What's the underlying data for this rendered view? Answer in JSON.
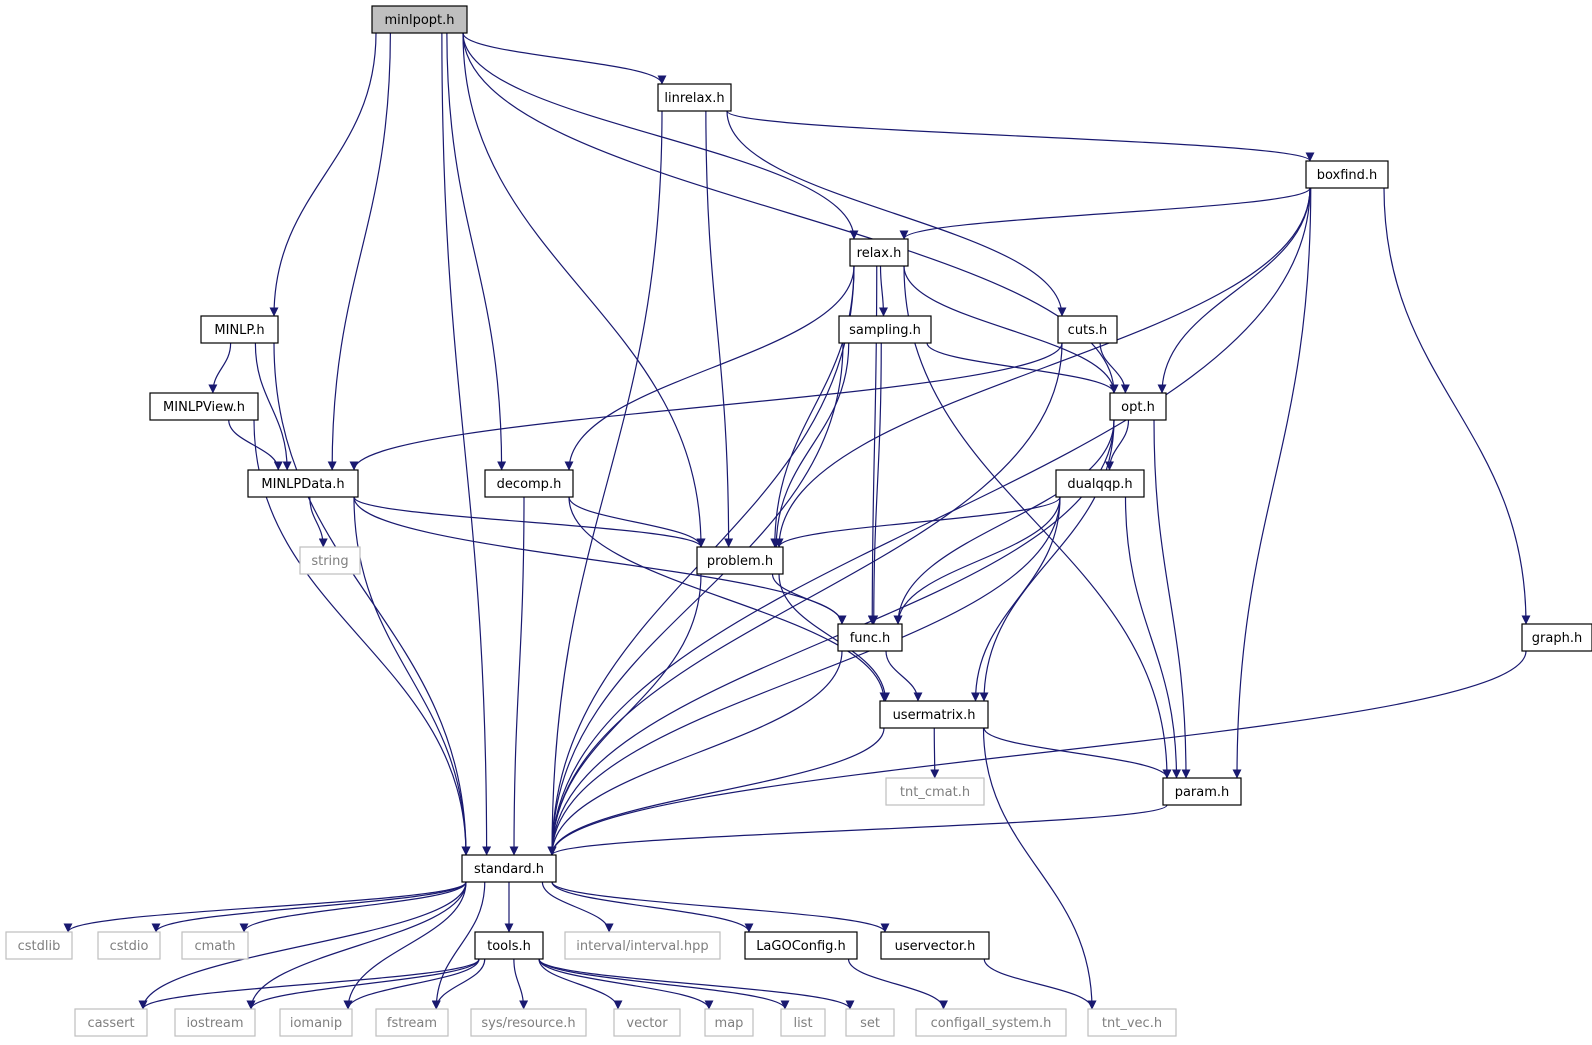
{
  "diagram": {
    "colors": {
      "edge": "#191970",
      "node_border": "#000000",
      "external_border": "#bfbfbf",
      "external_text": "#7f7f7f",
      "root_fill": "#bfbfbf",
      "text": "#000000"
    },
    "nodes": [
      {
        "id": "minlpopt",
        "label": "minlpopt.h",
        "kind": "root"
      },
      {
        "id": "linrelax",
        "label": "linrelax.h",
        "kind": "file"
      },
      {
        "id": "boxfind",
        "label": "boxfind.h",
        "kind": "file"
      },
      {
        "id": "relax",
        "label": "relax.h",
        "kind": "file"
      },
      {
        "id": "minlp",
        "label": "MINLP.h",
        "kind": "file"
      },
      {
        "id": "sampling",
        "label": "sampling.h",
        "kind": "file"
      },
      {
        "id": "cuts",
        "label": "cuts.h",
        "kind": "file"
      },
      {
        "id": "minlpview",
        "label": "MINLPView.h",
        "kind": "file"
      },
      {
        "id": "opt",
        "label": "opt.h",
        "kind": "file"
      },
      {
        "id": "minlpdata",
        "label": "MINLPData.h",
        "kind": "file"
      },
      {
        "id": "decomp",
        "label": "decomp.h",
        "kind": "file"
      },
      {
        "id": "dualqqp",
        "label": "dualqqp.h",
        "kind": "file"
      },
      {
        "id": "string",
        "label": "string",
        "kind": "external"
      },
      {
        "id": "problem",
        "label": "problem.h",
        "kind": "file"
      },
      {
        "id": "func",
        "label": "func.h",
        "kind": "file"
      },
      {
        "id": "graph",
        "label": "graph.h",
        "kind": "file"
      },
      {
        "id": "usermatrix",
        "label": "usermatrix.h",
        "kind": "file"
      },
      {
        "id": "tnt_cmat",
        "label": "tnt_cmat.h",
        "kind": "external"
      },
      {
        "id": "param",
        "label": "param.h",
        "kind": "file"
      },
      {
        "id": "standard",
        "label": "standard.h",
        "kind": "file"
      },
      {
        "id": "cstdlib",
        "label": "cstdlib",
        "kind": "external"
      },
      {
        "id": "cstdio",
        "label": "cstdio",
        "kind": "external"
      },
      {
        "id": "cmath",
        "label": "cmath",
        "kind": "external"
      },
      {
        "id": "tools",
        "label": "tools.h",
        "kind": "file"
      },
      {
        "id": "interval",
        "label": "interval/interval.hpp",
        "kind": "external"
      },
      {
        "id": "lagoconfig",
        "label": "LaGOConfig.h",
        "kind": "file"
      },
      {
        "id": "uservector",
        "label": "uservector.h",
        "kind": "file"
      },
      {
        "id": "cassert",
        "label": "cassert",
        "kind": "external"
      },
      {
        "id": "iostream",
        "label": "iostream",
        "kind": "external"
      },
      {
        "id": "iomanip",
        "label": "iomanip",
        "kind": "external"
      },
      {
        "id": "fstream",
        "label": "fstream",
        "kind": "external"
      },
      {
        "id": "sysresource",
        "label": "sys/resource.h",
        "kind": "external"
      },
      {
        "id": "vector",
        "label": "vector",
        "kind": "external"
      },
      {
        "id": "map",
        "label": "map",
        "kind": "external"
      },
      {
        "id": "list",
        "label": "list",
        "kind": "external"
      },
      {
        "id": "set",
        "label": "set",
        "kind": "external"
      },
      {
        "id": "configall",
        "label": "configall_system.h",
        "kind": "external"
      },
      {
        "id": "tnt_vec",
        "label": "tnt_vec.h",
        "kind": "external"
      }
    ],
    "edges": [
      [
        "minlpopt",
        "linrelax"
      ],
      [
        "minlpopt",
        "relax"
      ],
      [
        "minlpopt",
        "opt"
      ],
      [
        "minlpopt",
        "minlp"
      ],
      [
        "minlpopt",
        "minlpdata"
      ],
      [
        "minlpopt",
        "decomp"
      ],
      [
        "minlpopt",
        "problem"
      ],
      [
        "minlpopt",
        "standard"
      ],
      [
        "linrelax",
        "boxfind"
      ],
      [
        "linrelax",
        "cuts"
      ],
      [
        "linrelax",
        "problem"
      ],
      [
        "linrelax",
        "standard"
      ],
      [
        "boxfind",
        "relax"
      ],
      [
        "boxfind",
        "opt"
      ],
      [
        "boxfind",
        "problem"
      ],
      [
        "boxfind",
        "param"
      ],
      [
        "boxfind",
        "standard"
      ],
      [
        "boxfind",
        "graph"
      ],
      [
        "relax",
        "sampling"
      ],
      [
        "relax",
        "opt"
      ],
      [
        "relax",
        "decomp"
      ],
      [
        "relax",
        "problem"
      ],
      [
        "relax",
        "func"
      ],
      [
        "relax",
        "param"
      ],
      [
        "relax",
        "standard"
      ],
      [
        "sampling",
        "opt"
      ],
      [
        "sampling",
        "problem"
      ],
      [
        "sampling",
        "func"
      ],
      [
        "sampling",
        "standard"
      ],
      [
        "cuts",
        "opt"
      ],
      [
        "cuts",
        "minlpdata"
      ],
      [
        "cuts",
        "standard"
      ],
      [
        "minlp",
        "minlpview"
      ],
      [
        "minlp",
        "minlpdata"
      ],
      [
        "minlp",
        "standard"
      ],
      [
        "minlpview",
        "minlpdata"
      ],
      [
        "minlpview",
        "standard"
      ],
      [
        "opt",
        "dualqqp"
      ],
      [
        "opt",
        "func"
      ],
      [
        "opt",
        "usermatrix"
      ],
      [
        "opt",
        "param"
      ],
      [
        "opt",
        "standard"
      ],
      [
        "minlpdata",
        "string"
      ],
      [
        "minlpdata",
        "problem"
      ],
      [
        "minlpdata",
        "func"
      ],
      [
        "minlpdata",
        "standard"
      ],
      [
        "decomp",
        "problem"
      ],
      [
        "decomp",
        "usermatrix"
      ],
      [
        "decomp",
        "standard"
      ],
      [
        "dualqqp",
        "problem"
      ],
      [
        "dualqqp",
        "func"
      ],
      [
        "dualqqp",
        "usermatrix"
      ],
      [
        "dualqqp",
        "param"
      ],
      [
        "dualqqp",
        "standard"
      ],
      [
        "problem",
        "func"
      ],
      [
        "problem",
        "usermatrix"
      ],
      [
        "problem",
        "standard"
      ],
      [
        "func",
        "usermatrix"
      ],
      [
        "func",
        "standard"
      ],
      [
        "graph",
        "standard"
      ],
      [
        "usermatrix",
        "tnt_cmat"
      ],
      [
        "usermatrix",
        "param"
      ],
      [
        "usermatrix",
        "tnt_vec"
      ],
      [
        "usermatrix",
        "standard"
      ],
      [
        "param",
        "standard"
      ],
      [
        "standard",
        "cstdlib"
      ],
      [
        "standard",
        "cstdio"
      ],
      [
        "standard",
        "cmath"
      ],
      [
        "standard",
        "cassert"
      ],
      [
        "standard",
        "iostream"
      ],
      [
        "standard",
        "iomanip"
      ],
      [
        "standard",
        "fstream"
      ],
      [
        "standard",
        "tools"
      ],
      [
        "standard",
        "interval"
      ],
      [
        "standard",
        "lagoconfig"
      ],
      [
        "standard",
        "uservector"
      ],
      [
        "tools",
        "cassert"
      ],
      [
        "tools",
        "iostream"
      ],
      [
        "tools",
        "iomanip"
      ],
      [
        "tools",
        "fstream"
      ],
      [
        "tools",
        "sysresource"
      ],
      [
        "tools",
        "vector"
      ],
      [
        "tools",
        "map"
      ],
      [
        "tools",
        "list"
      ],
      [
        "tools",
        "set"
      ],
      [
        "lagoconfig",
        "configall"
      ],
      [
        "uservector",
        "tnt_vec"
      ]
    ]
  }
}
